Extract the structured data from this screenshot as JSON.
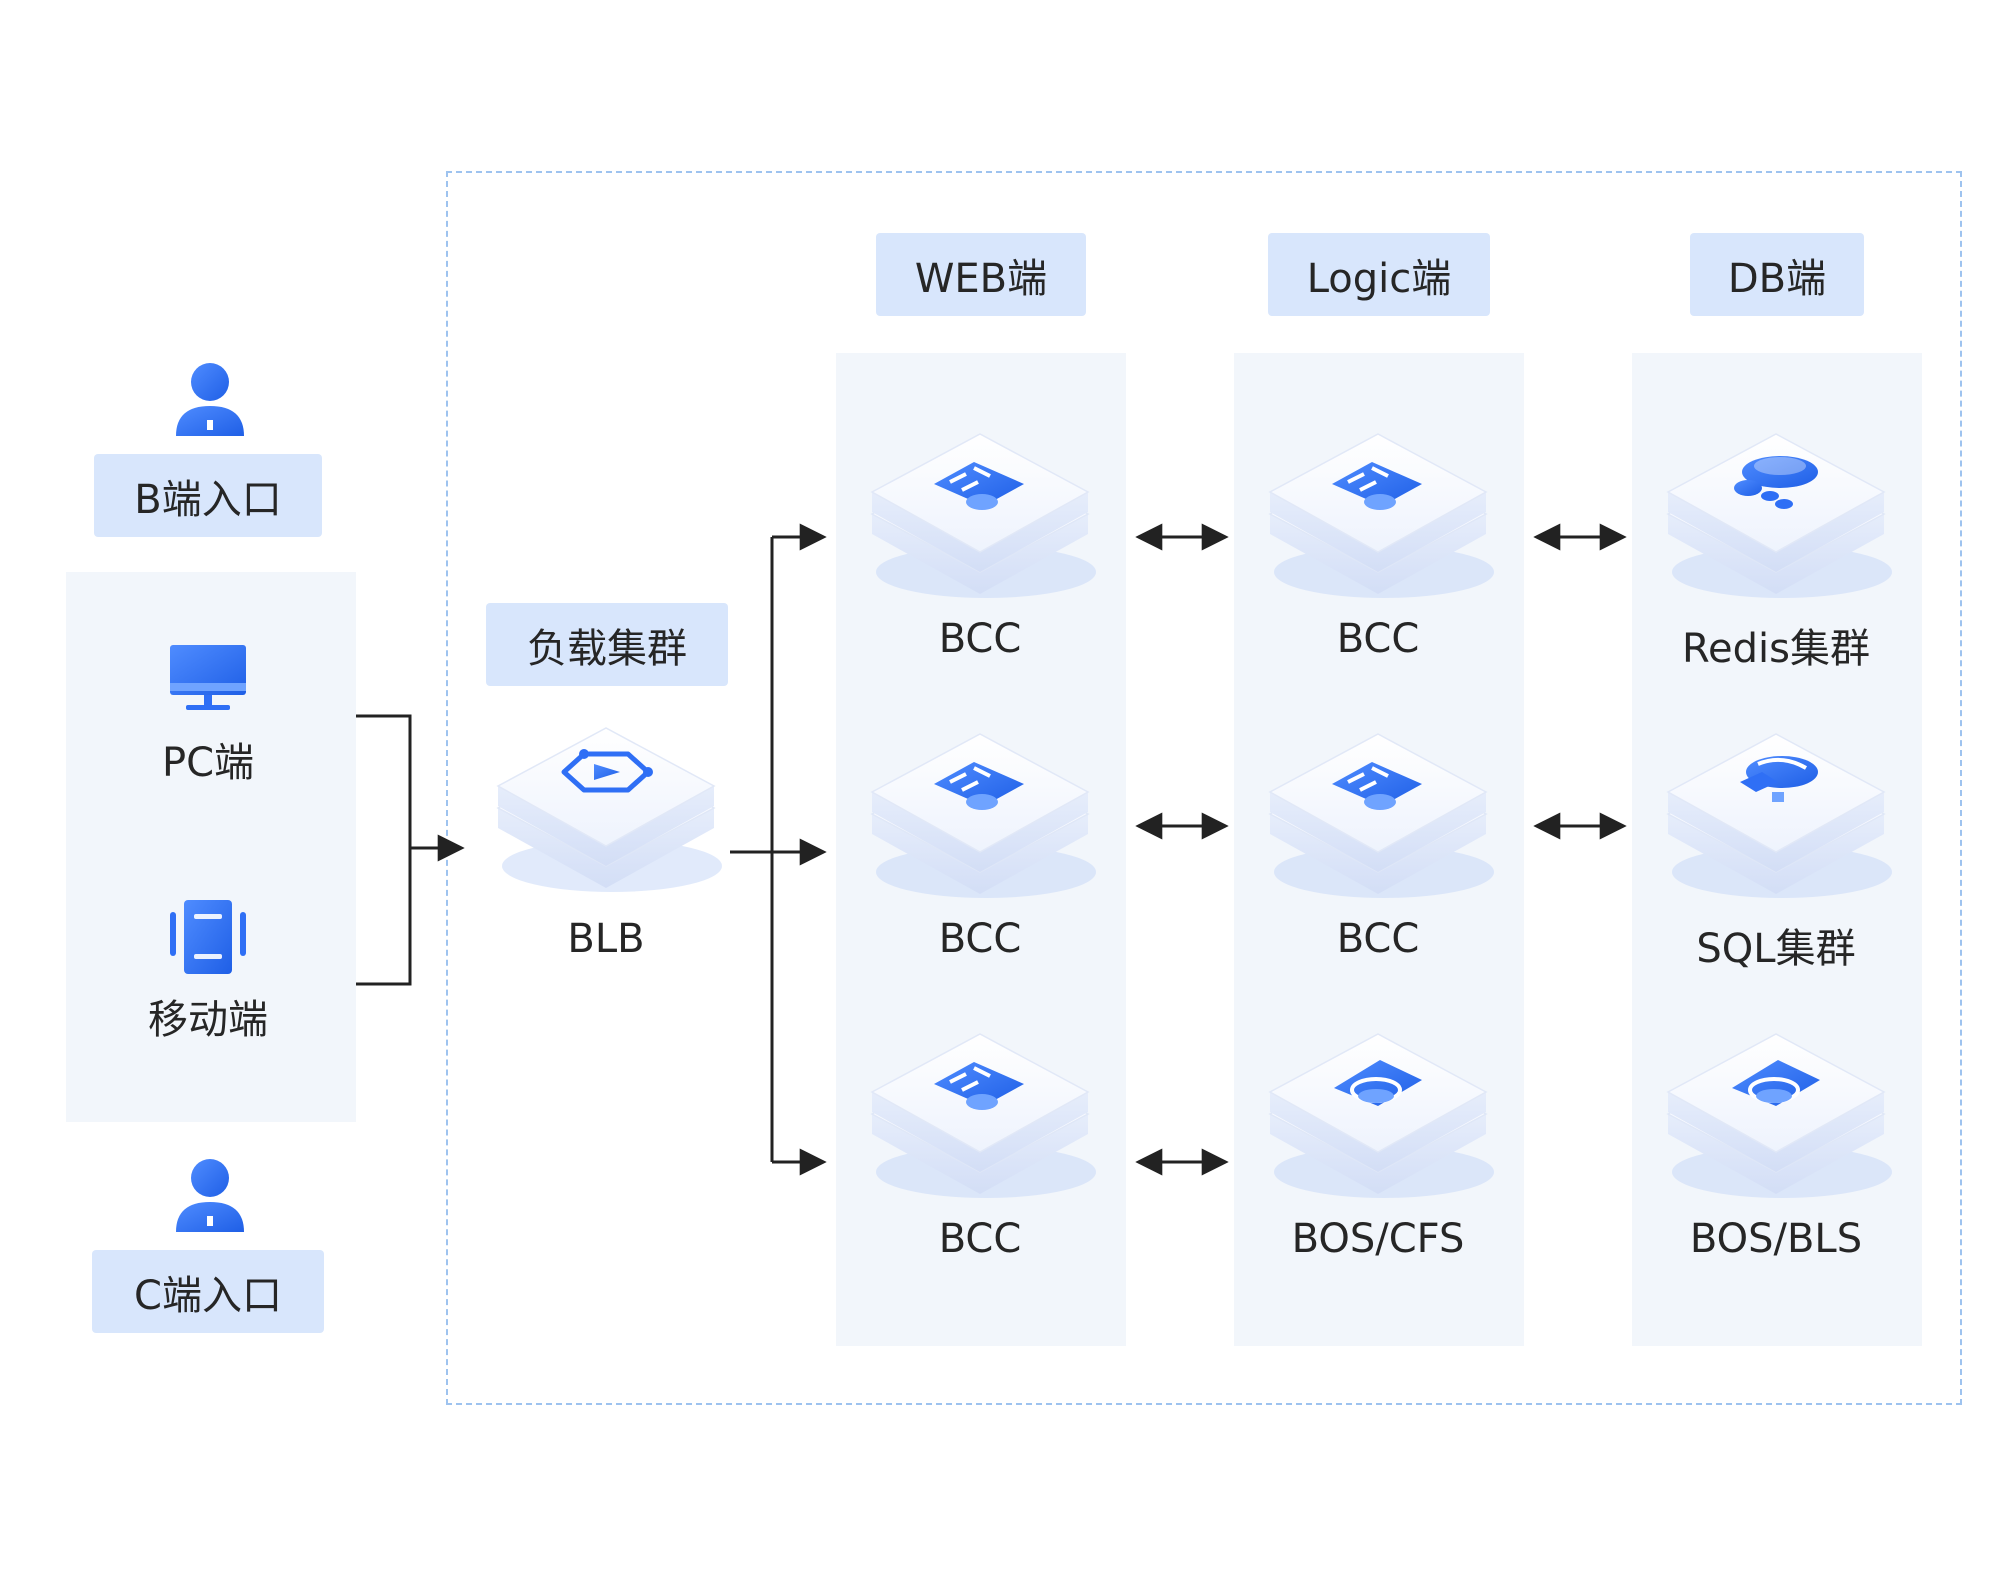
{
  "entries": {
    "b_entry": "B端入口",
    "c_entry": "C端入口",
    "pc": "PC端",
    "mobile": "移动端"
  },
  "balancer": {
    "tag": "负载集群",
    "label": "BLB"
  },
  "tiers": {
    "web": {
      "title": "WEB端",
      "nodes": [
        "BCC",
        "BCC",
        "BCC"
      ]
    },
    "logic": {
      "title": "Logic端",
      "nodes": [
        "BCC",
        "BCC",
        "BOS/CFS"
      ]
    },
    "db": {
      "title": "DB端",
      "nodes": [
        "Redis集群",
        "SQL集群",
        "BOS/BLS"
      ]
    }
  },
  "colors": {
    "accent": "#2f6ff5",
    "tag_bg": "#d8e6fc",
    "panel_bg": "#f2f6fb",
    "dash": "#9ec3ef",
    "arrow": "#222222"
  },
  "icons": {
    "user": "user-icon",
    "pc": "monitor-icon",
    "mobile": "mobile-icon",
    "blb": "load-balancer-icon",
    "bcc": "server-icon",
    "redis": "redis-icon",
    "sql": "database-icon",
    "storage": "object-storage-icon"
  }
}
